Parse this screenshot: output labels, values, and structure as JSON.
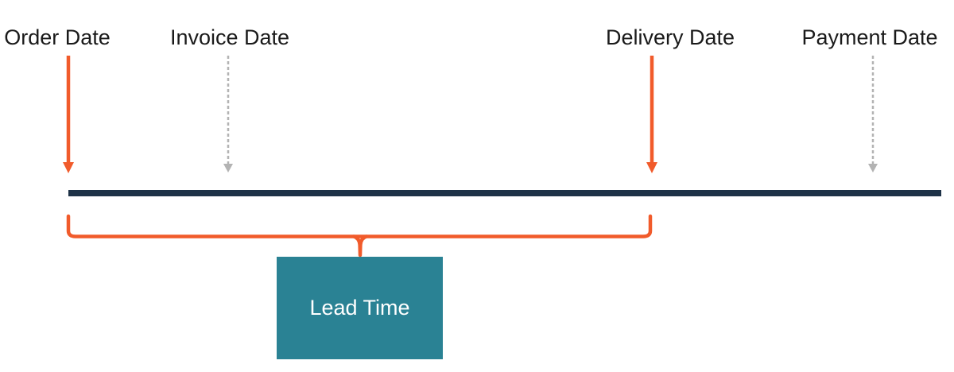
{
  "markers": [
    {
      "label": "Order Date",
      "emphasis": "highlighted"
    },
    {
      "label": "Invoice Date",
      "emphasis": "muted"
    },
    {
      "label": "Delivery Date",
      "emphasis": "highlighted"
    },
    {
      "label": "Payment Date",
      "emphasis": "muted"
    }
  ],
  "lead_time": {
    "label": "Lead Time",
    "spans_from": "Order Date",
    "spans_to": "Delivery Date"
  },
  "colors": {
    "accent_orange": "#F15B2B",
    "timeline_navy": "#1E3247",
    "muted_gray": "#B3B3B3",
    "box_teal": "#2A8294",
    "label_text": "#1A1A1A",
    "box_text": "#FFFFFF",
    "background": "#FFFFFF"
  }
}
